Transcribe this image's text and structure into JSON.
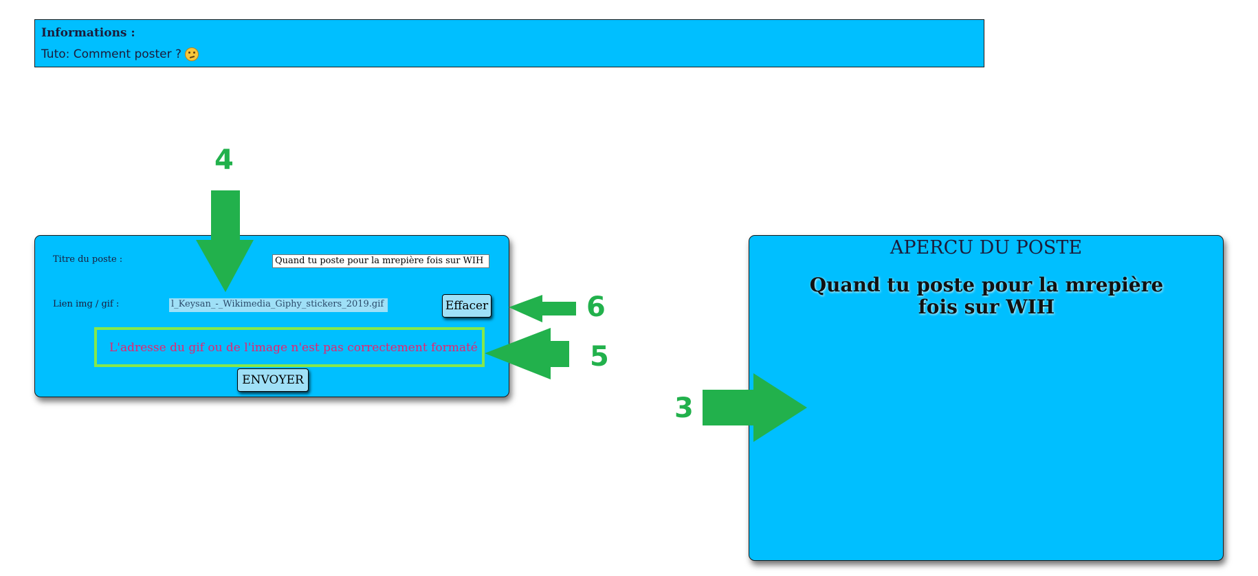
{
  "info": {
    "title": "Informations :",
    "link": "Tuto: Comment poster ?",
    "emoji_icon": "thinking-face-icon"
  },
  "form": {
    "title_label": "Titre du poste :",
    "title_value": "Quand tu poste pour la mrepière fois sur WIH",
    "img_label": "Lien img / gif :",
    "img_value": "l_Keysan_-_Wikimedia_Giphy_stickers_2019.gif",
    "clear_button": "Effacer",
    "error_message": "L'adresse du gif ou de l'image n'est pas correctement formaté",
    "send_button": "ENVOYER"
  },
  "preview": {
    "heading": "APERCU DU POSTE",
    "title": "Quand tu poste pour la mrepière fois sur WIH"
  },
  "annotations": {
    "numbers": [
      "4",
      "6",
      "5",
      "3"
    ],
    "color": "#22b14c"
  },
  "colors": {
    "panel_bg": "#00bfff",
    "button_bg": "#9fe0f7",
    "error_text": "#e8236e",
    "error_border": "#86e84a"
  }
}
